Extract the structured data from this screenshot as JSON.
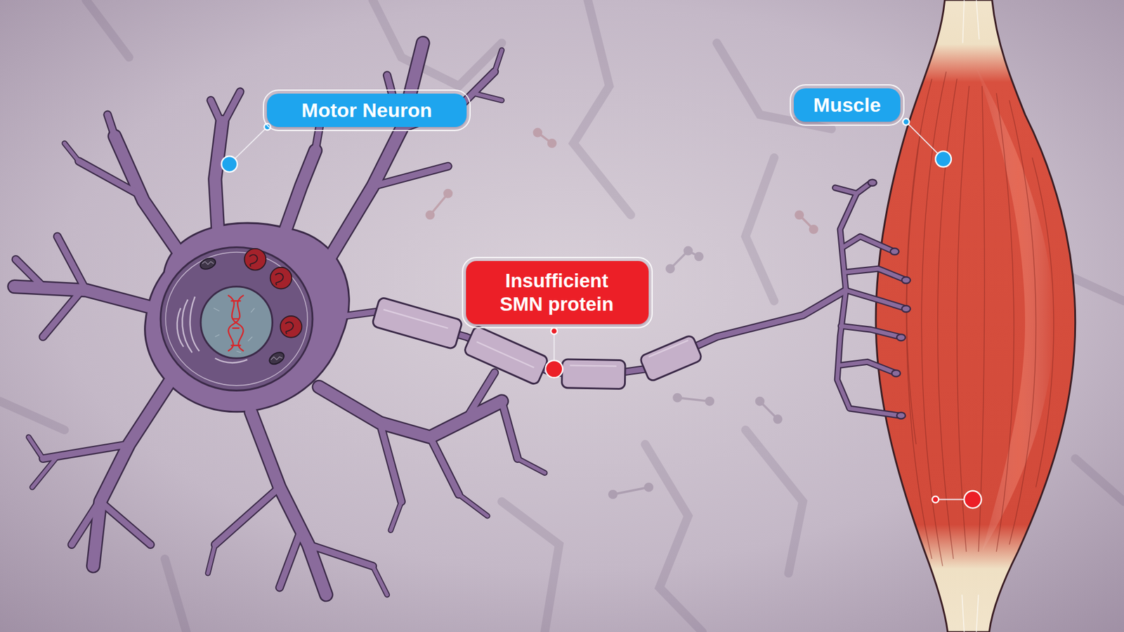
{
  "diagram": {
    "nodes": [
      {
        "text": [
          "Motor Neuron"
        ]
      },
      {
        "text": [
          "Muscle"
        ]
      },
      {
        "text": [
          "Insufficient SMN protein"
        ]
      }
    ]
  }
}
